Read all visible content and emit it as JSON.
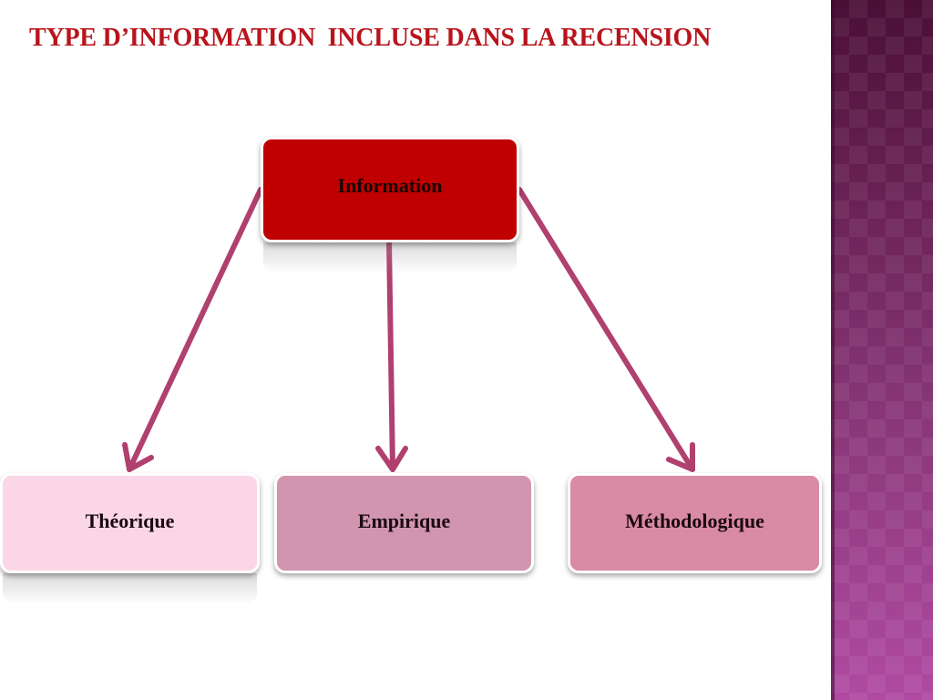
{
  "slide": {
    "title": "TYPE D’INFORMATION  INCLUSE DANS LA RECENSION"
  },
  "diagram": {
    "root": {
      "label": "Information",
      "color": "#c00000"
    },
    "children": [
      {
        "label": "Théorique",
        "color": "#fbd6e6"
      },
      {
        "label": "Empirique",
        "color": "#d295b0"
      },
      {
        "label": "Méthodologique",
        "color": "#d98aa4"
      }
    ],
    "arrow_color": "#b0406e"
  },
  "theme": {
    "title_color": "#b8141c",
    "side_band_top": "#4b0f36",
    "side_band_bottom": "#b04aa2"
  }
}
